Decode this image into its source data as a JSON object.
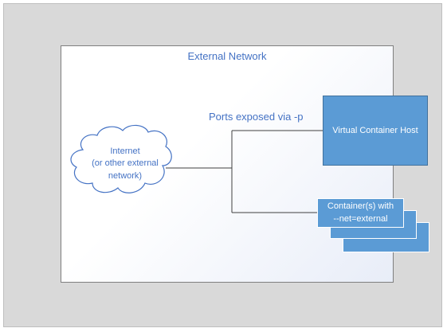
{
  "external_network": {
    "label": "External Network"
  },
  "ports": {
    "label": "Ports exposed via -p"
  },
  "vch": {
    "label": "Virtual Container Host"
  },
  "internet": {
    "line1": "Internet",
    "line2": "(or other external",
    "line3": "network)"
  },
  "containers": {
    "line1": "Container(s) with",
    "line2": "--net=external"
  },
  "colors": {
    "box_fill": "#5b9bd5",
    "label_blue": "#4472c4",
    "line": "#404040"
  }
}
